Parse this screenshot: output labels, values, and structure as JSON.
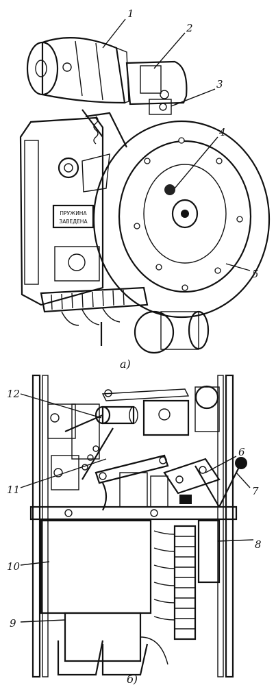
{
  "top_figure": {
    "caption": "a)",
    "plate_text_line1": "ПРУЖИНА",
    "plate_text_line2": "ЗАВЕДЕНА",
    "callouts": [
      "1",
      "2",
      "3",
      "4",
      "5"
    ]
  },
  "bottom_figure": {
    "caption": "б)",
    "callouts": [
      "6",
      "7",
      "8",
      "9",
      "10",
      "11",
      "12"
    ]
  }
}
